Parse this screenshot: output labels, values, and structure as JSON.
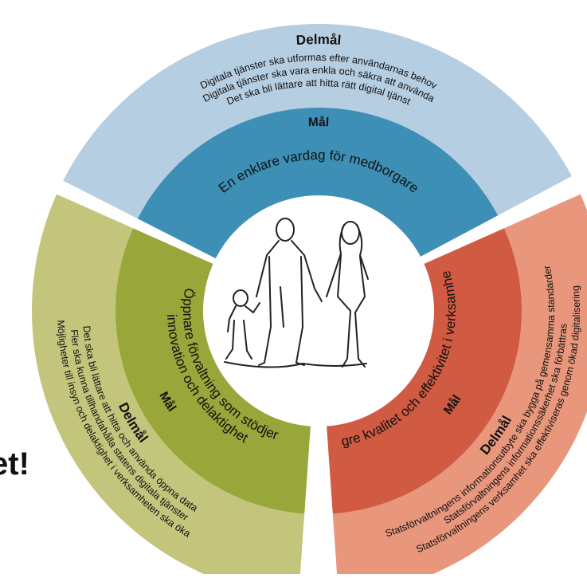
{
  "colors": {
    "top_outer": "#b6cee1",
    "top_inner": "#3e8fb6",
    "left_outer": "#c4c57c",
    "left_inner": "#98a63a",
    "right_outer": "#e8977c",
    "right_inner": "#d15a43",
    "center": "#ffffff"
  },
  "top": {
    "outer_heading": "Delmål",
    "outer_lines": [
      "Digitala tjänster ska utformas efter användarnas behov",
      "Digitala tjänster ska vara enkla och säkra att använda",
      "Det ska bli lättare att hitta rätt digital tjänst"
    ],
    "inner_heading": "Mål",
    "inner_goal": "En enklare vardag för medborgare"
  },
  "left": {
    "inner_heading": "Mål",
    "inner_goal_lines": [
      "Öppnare förvaltning som stödjer",
      "innovation och delaktighet"
    ],
    "outer_heading": "Delmål",
    "outer_lines": [
      "Det ska bli lättare att hitta och använda öppna data",
      "Fler ska kunna tillhandahålla statens digitala tjänster",
      "Möjligheter till insyn och delaktighet i verksamheten ska öka"
    ]
  },
  "right": {
    "inner_heading": "Mål",
    "inner_goal": "Högre kvalitet och effektivitet i verksamheten",
    "outer_heading": "Delmål",
    "outer_lines": [
      "Statsförvaltningens informationsutbyte ska bygga på gemensamma standarder",
      "Statsförvaltningens informationssäkerhet ska förbättras",
      "Statsförvaltningens verksamhet ska effektiviseras genom ökad digitalisering"
    ]
  },
  "fragment_text": "et!",
  "center_icon": "family-icon"
}
